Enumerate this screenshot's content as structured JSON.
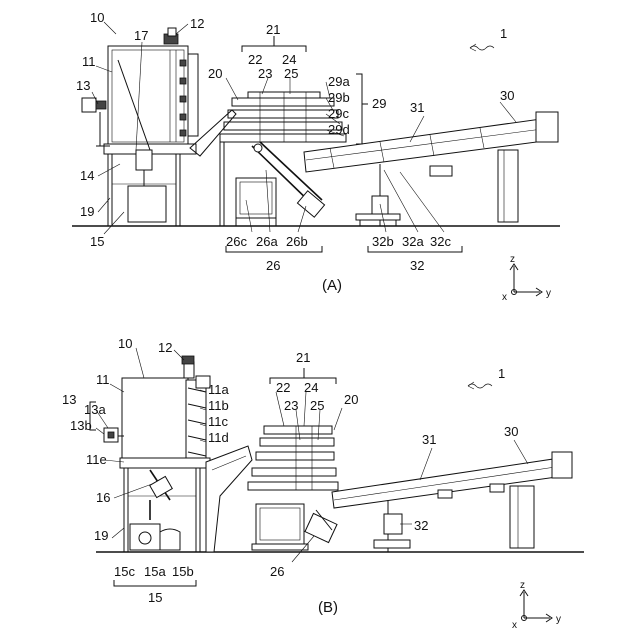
{
  "top": {
    "caption": "(A)",
    "labels": {
      "l10": "10",
      "l12": "12",
      "l11": "11",
      "l17": "17",
      "l13": "13",
      "l14": "14",
      "l19": "19",
      "l15": "15",
      "l21": "21",
      "l22": "22",
      "l24": "24",
      "l23": "23",
      "l25": "25",
      "l20": "20",
      "l29a": "29a",
      "l29b": "29b",
      "l29": "29",
      "l29c": "29c",
      "l29d": "29d",
      "l1": "1",
      "l31": "31",
      "l30": "30",
      "l26c": "26c",
      "l26a": "26a",
      "l26b": "26b",
      "l26": "26",
      "l32b": "32b",
      "l32a": "32a",
      "l32c": "32c",
      "l32": "32"
    },
    "axes": {
      "z": "z",
      "x": "x",
      "y": "y"
    }
  },
  "bottom": {
    "caption": "(B)",
    "labels": {
      "l10": "10",
      "l12": "12",
      "l21": "21",
      "l1": "1",
      "l11": "11",
      "l11a": "11a",
      "l22": "22",
      "l24": "24",
      "l13": "13",
      "l13a": "13a",
      "l11b": "11b",
      "l23": "23",
      "l25": "25",
      "l20": "20",
      "l13b": "13b",
      "l11c": "11c",
      "l11d": "11d",
      "l31": "31",
      "l30": "30",
      "l11e": "11e",
      "l16": "16",
      "l19": "19",
      "l32": "32",
      "l26": "26",
      "l15c": "15c",
      "l15a": "15a",
      "l15b": "15b",
      "l15": "15"
    },
    "axes": {
      "z": "z",
      "x": "x",
      "y": "y"
    }
  }
}
